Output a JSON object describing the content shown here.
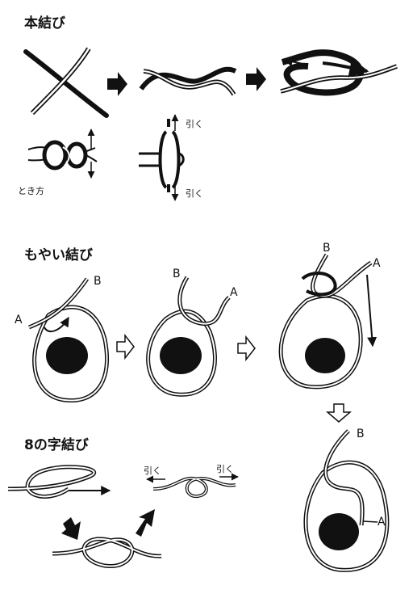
{
  "sections": {
    "square_knot": {
      "title": "本結び",
      "untie_label": "とき方",
      "pull_top": "引く",
      "pull_bottom": "引く"
    },
    "bowline": {
      "title": "もやい結び",
      "step1": {
        "label_a": "A",
        "label_b": "B"
      },
      "step2": {
        "label_a": "A",
        "label_b": "B"
      },
      "step3": {
        "label_a": "A",
        "label_b": "B"
      },
      "step4": {
        "label_a": "A",
        "label_b": "B"
      }
    },
    "figure_eight": {
      "title": "8の字結び",
      "pull_left": "引く",
      "pull_right": "引く"
    }
  }
}
